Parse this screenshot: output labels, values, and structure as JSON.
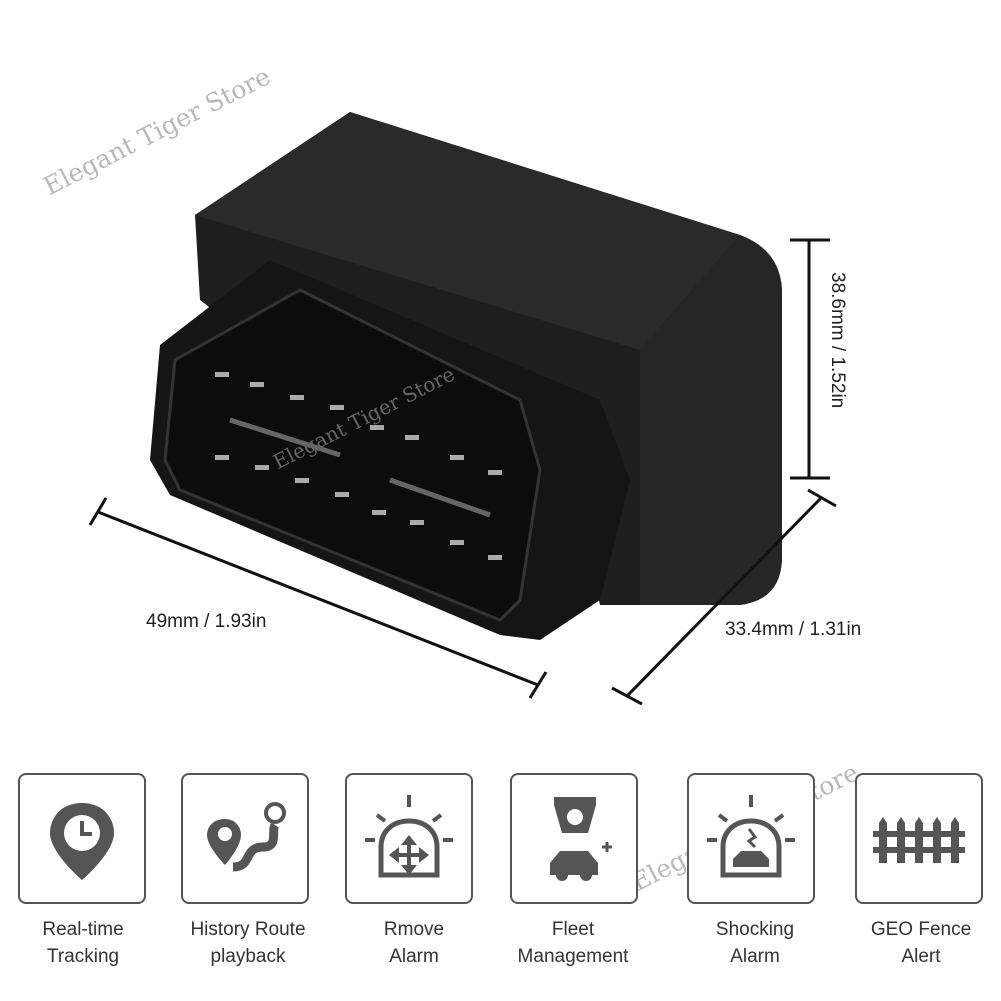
{
  "watermark": "Elegant Tiger Store",
  "dimensions": {
    "length": "49mm / 1.93in",
    "width": "33.4mm / 1.31in",
    "height": "38.6mm / 1.52in"
  },
  "features": [
    {
      "icon": "location-clock-icon",
      "line1": "Real-time",
      "line2": "Tracking"
    },
    {
      "icon": "route-map-icon",
      "line1": "History Route",
      "line2": "playback"
    },
    {
      "icon": "alarm-light-move-icon",
      "line1": "Rmove",
      "line2": "Alarm"
    },
    {
      "icon": "camera-car-icon",
      "line1": "Fleet",
      "line2": "Management"
    },
    {
      "icon": "alarm-light-car-icon",
      "line1": "Shocking",
      "line2": "Alarm"
    },
    {
      "icon": "fence-icon",
      "line1": "GEO Fence",
      "line2": "Alert"
    }
  ],
  "colors": {
    "icon": "#555555",
    "border": "#555555",
    "device": "#1c1c1c"
  }
}
